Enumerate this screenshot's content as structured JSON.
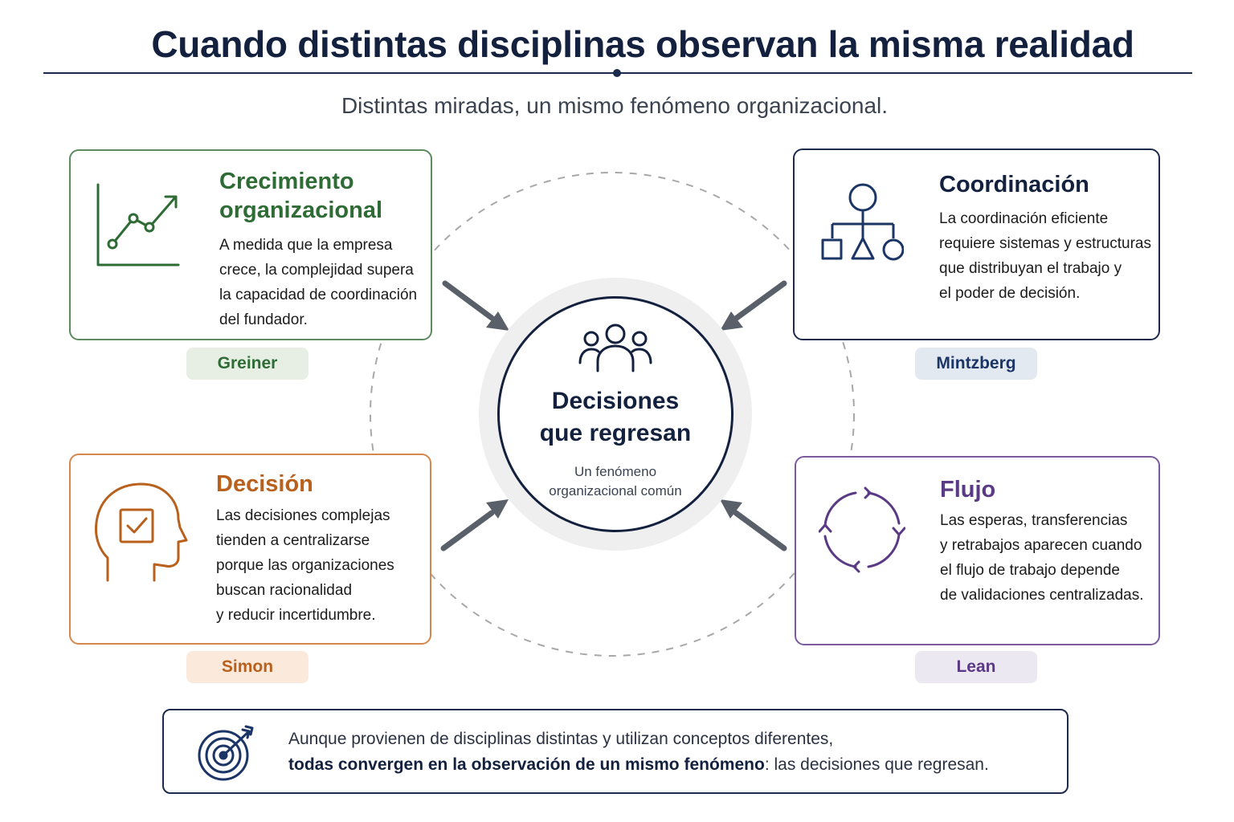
{
  "header": {
    "title": "Cuando distintas disciplinas observan la misma realidad",
    "subtitle": "Distintas miradas, un mismo fenómeno organizacional."
  },
  "center": {
    "icon": "people-group-icon",
    "title_line1": "Decisiones",
    "title_line2": "que regresan",
    "sub_line1": "Un fenómeno",
    "sub_line2": "organizacional común"
  },
  "cards": {
    "growth": {
      "icon": "line-chart-icon",
      "color": "#2e6b35",
      "title_line1": "Crecimiento",
      "title_line2": "organizacional",
      "body": [
        "A medida que la empresa",
        "crece, la complejidad supera",
        "la capacidad de coordinación",
        "del fundador."
      ],
      "tag": "Greiner"
    },
    "coordination": {
      "icon": "org-structure-icon",
      "color": "#1b3566",
      "title_line1": "Coordinación",
      "body": [
        "La coordinación eficiente",
        "requiere sistemas y estructuras",
        "que distribuyan el trabajo y",
        "el poder de decisión."
      ],
      "tag": "Mintzberg"
    },
    "decision": {
      "icon": "head-checkbox-icon",
      "color": "#b8601c",
      "title_line1": "Decisión",
      "body": [
        "Las decisiones complejas",
        "tienden a centralizarse",
        "porque las organizaciones",
        "buscan racionalidad",
        "y reducir incertidumbre."
      ],
      "tag": "Simon"
    },
    "flow": {
      "icon": "cycle-arrows-icon",
      "color": "#5b3a85",
      "title_line1": "Flujo",
      "body": [
        "Las esperas, transferencias",
        "y retrabajos aparecen cuando",
        "el flujo de trabajo depende",
        "de validaciones centralizadas."
      ],
      "tag": "Lean"
    }
  },
  "note": {
    "icon": "target-icon",
    "line1": "Aunque provienen de disciplinas distintas y utilizan conceptos diferentes,",
    "line2_bold": "todas convergen en la observación de un mismo fenómeno",
    "line2_rest": ": las decisiones que regresan."
  },
  "colors": {
    "navy": "#13213f",
    "arrow": "#5a606a",
    "dashed_ring": "#a8a8a8",
    "greiner_tag_bg": "#e7efe5",
    "mintzberg_tag_bg": "#e3e9f1",
    "simon_tag_bg": "#fbe9dc",
    "lean_tag_bg": "#ece8f1"
  }
}
